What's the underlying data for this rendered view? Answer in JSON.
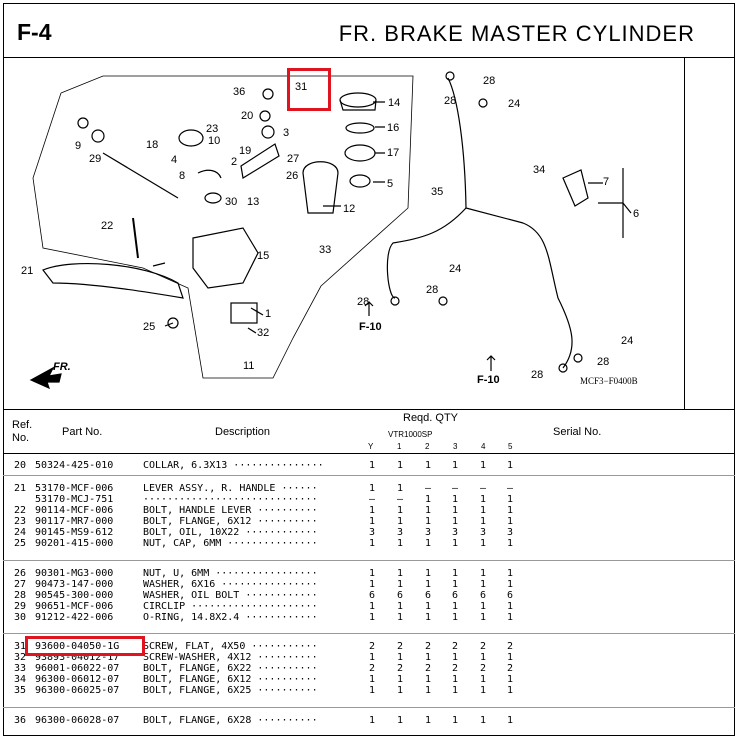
{
  "header": {
    "page_id": "F-4",
    "title": "FR. BRAKE MASTER CYLINDER"
  },
  "diagram": {
    "figure_code": "MCF3−F0400B",
    "fr_arrow_label": "FR.",
    "frame_refs": [
      "F-10",
      "F-10"
    ],
    "callouts": [
      "36",
      "31",
      "14",
      "20",
      "23",
      "10",
      "3",
      "16",
      "9",
      "29",
      "18",
      "4",
      "19",
      "2",
      "27",
      "8",
      "26",
      "17",
      "5",
      "22",
      "30",
      "13",
      "12",
      "15",
      "33",
      "21",
      "1",
      "25",
      "32",
      "11",
      "28",
      "28",
      "24",
      "34",
      "7",
      "6",
      "35",
      "24",
      "28",
      "28",
      "24",
      "28",
      "28"
    ]
  },
  "table": {
    "headers": {
      "ref": "Ref. No.",
      "part_no": "Part No.",
      "description": "Description",
      "reqd_qty": "Reqd. QTY",
      "model": "VTR1000SP",
      "cols": [
        "Y",
        "1",
        "2",
        "3",
        "4",
        "5"
      ],
      "serial": "Serial No."
    },
    "groups": [
      [
        {
          "ref": "20",
          "part": "50324-425-010",
          "desc": "COLLAR, 6.3X13 ···············",
          "qty": [
            "1",
            "1",
            "1",
            "1",
            "1",
            "1"
          ]
        }
      ],
      [
        {
          "ref": "21",
          "part": "53170-MCF-006",
          "desc": "LEVER ASSY., R. HANDLE ······",
          "qty": [
            "1",
            "1",
            "–",
            "–",
            "–",
            "–"
          ]
        },
        {
          "ref": "",
          "part": "53170-MCJ-751",
          "desc": "·····························",
          "qty": [
            "–",
            "–",
            "1",
            "1",
            "1",
            "1"
          ]
        },
        {
          "ref": "22",
          "part": "90114-MCF-006",
          "desc": "BOLT, HANDLE LEVER ··········",
          "qty": [
            "1",
            "1",
            "1",
            "1",
            "1",
            "1"
          ]
        },
        {
          "ref": "23",
          "part": "90117-MR7-000",
          "desc": "BOLT, FLANGE, 6X12 ··········",
          "qty": [
            "1",
            "1",
            "1",
            "1",
            "1",
            "1"
          ]
        },
        {
          "ref": "24",
          "part": "90145-MS9-612",
          "desc": "BOLT, OIL, 10X22 ············",
          "qty": [
            "3",
            "3",
            "3",
            "3",
            "3",
            "3"
          ]
        },
        {
          "ref": "25",
          "part": "90201-415-000",
          "desc": "NUT, CAP, 6MM ···············",
          "qty": [
            "1",
            "1",
            "1",
            "1",
            "1",
            "1"
          ]
        }
      ],
      [
        {
          "ref": "26",
          "part": "90301-MG3-000",
          "desc": "NUT, U, 6MM ·················",
          "qty": [
            "1",
            "1",
            "1",
            "1",
            "1",
            "1"
          ]
        },
        {
          "ref": "27",
          "part": "90473-147-000",
          "desc": "WASHER, 6X16 ················",
          "qty": [
            "1",
            "1",
            "1",
            "1",
            "1",
            "1"
          ]
        },
        {
          "ref": "28",
          "part": "90545-300-000",
          "desc": "WASHER, OIL BOLT ············",
          "qty": [
            "6",
            "6",
            "6",
            "6",
            "6",
            "6"
          ]
        },
        {
          "ref": "29",
          "part": "90651-MCF-006",
          "desc": "CIRCLIP ·····················",
          "qty": [
            "1",
            "1",
            "1",
            "1",
            "1",
            "1"
          ]
        },
        {
          "ref": "30",
          "part": "91212-422-006",
          "desc": "O-RING, 14.8X2.4 ············",
          "qty": [
            "1",
            "1",
            "1",
            "1",
            "1",
            "1"
          ]
        }
      ],
      [
        {
          "ref": "31",
          "part": "93600-04050-1G",
          "desc": "SCREW, FLAT, 4X50 ···········",
          "qty": [
            "2",
            "2",
            "2",
            "2",
            "2",
            "2"
          ]
        },
        {
          "ref": "32",
          "part": "93893-04012-17",
          "desc": "SCREW-WASHER, 4X12 ··········",
          "qty": [
            "1",
            "1",
            "1",
            "1",
            "1",
            "1"
          ]
        },
        {
          "ref": "33",
          "part": "96001-06022-07",
          "desc": "BOLT, FLANGE, 6X22 ··········",
          "qty": [
            "2",
            "2",
            "2",
            "2",
            "2",
            "2"
          ]
        },
        {
          "ref": "34",
          "part": "96300-06012-07",
          "desc": "BOLT, FLANGE, 6X12 ··········",
          "qty": [
            "1",
            "1",
            "1",
            "1",
            "1",
            "1"
          ]
        },
        {
          "ref": "35",
          "part": "96300-06025-07",
          "desc": "BOLT, FLANGE, 6X25 ··········",
          "qty": [
            "1",
            "1",
            "1",
            "1",
            "1",
            "1"
          ]
        }
      ],
      [
        {
          "ref": "36",
          "part": "96300-06028-07",
          "desc": "BOLT, FLANGE, 6X28 ··········",
          "qty": [
            "1",
            "1",
            "1",
            "1",
            "1",
            "1"
          ]
        }
      ]
    ]
  },
  "highlight": {
    "color": "#e0141e",
    "targets": [
      "callout-31",
      "part-93600-04050-1G"
    ]
  }
}
